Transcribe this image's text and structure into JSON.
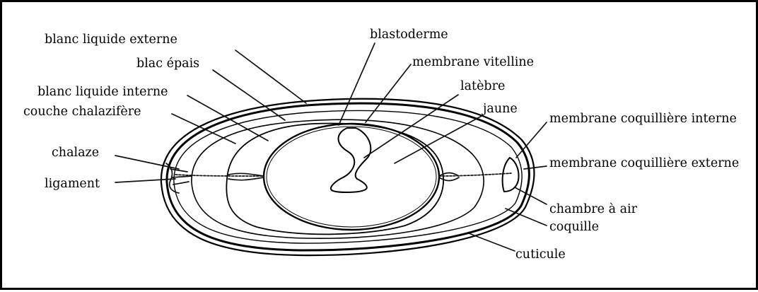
{
  "labels": {
    "blanc_liquide_externe": "blanc liquide externe",
    "blanc_epais": "blac épais",
    "blanc_liquide_interne": "blanc liquide interne",
    "couche_chalazifere": "couche chalazifère",
    "chalaze": "chalaze",
    "ligament": "ligament",
    "blastoderme": "blastoderme",
    "membrane_vitelline": "membrane vitelline",
    "latebre": "latèbre",
    "jaune": "jaune",
    "membrane_coquilliere_interne": "membrane coquillière interne",
    "membrane_coquilliere_externe": "membrane coquillière externe",
    "chambre_a_air": "chambre à air",
    "coquille": "coquille",
    "cuticule": "cuticule"
  }
}
